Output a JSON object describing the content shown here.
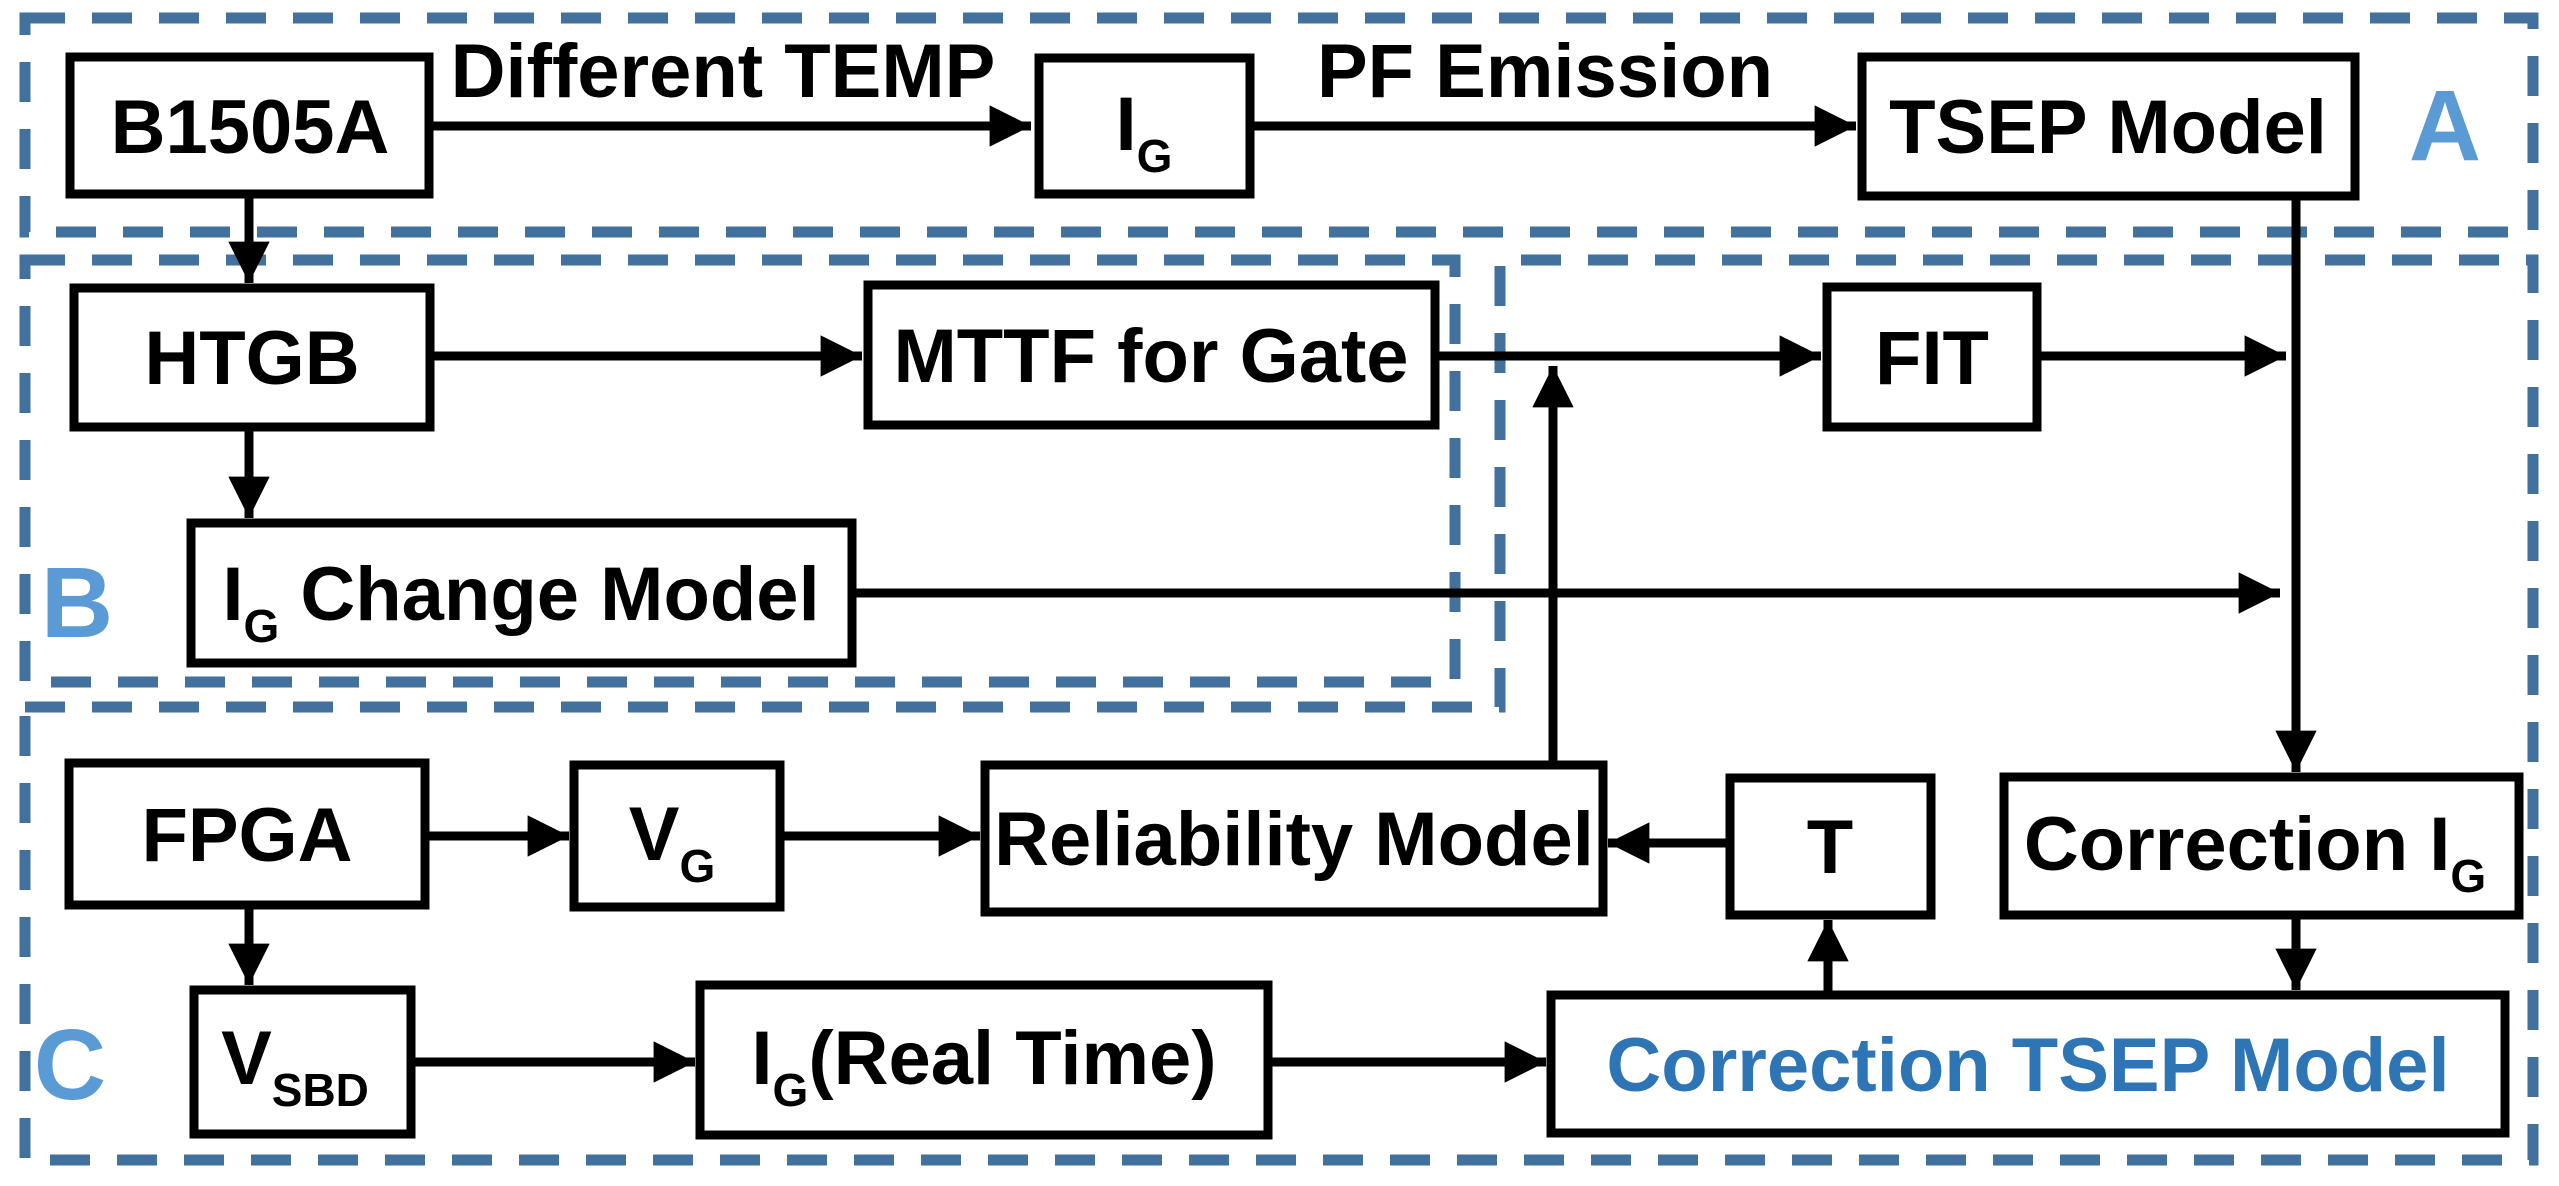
{
  "figure": {
    "type": "flowchart",
    "description": "TSEP model workflow diagram with three dashed regions A, B and C"
  },
  "colors": {
    "dash_border": "#41719C",
    "region_letter": "#5B9BD5",
    "highlight_text": "#2E75B6",
    "line": "#000000",
    "box_fill": "#FFFFFF",
    "box_border": "#000000",
    "label_text": "#000000"
  },
  "regions": {
    "a": {
      "label": "A"
    },
    "b": {
      "label": "B"
    },
    "c": {
      "label": "C"
    }
  },
  "edge_labels": {
    "different_temp": "Different TEMP",
    "pf_emission": "PF Emission"
  },
  "nodes": {
    "b1505a": {
      "label": "B1505A"
    },
    "ig": {
      "main": "I",
      "sub": "G"
    },
    "tsep_model": {
      "label": "TSEP Model"
    },
    "htgb": {
      "label": "HTGB"
    },
    "mttf_for_gate": {
      "label": "MTTF for Gate"
    },
    "fit": {
      "label": "FIT"
    },
    "ig_change_model": {
      "pre": "I",
      "sub": "G",
      "post": " Change Model"
    },
    "fpga": {
      "label": "FPGA"
    },
    "vg": {
      "main": "V",
      "sub": "G"
    },
    "reliability_model": {
      "label": "Reliability Model"
    },
    "t": {
      "label": "T"
    },
    "correction_ig": {
      "pre": "Correction I",
      "sub": "G"
    },
    "vsbd": {
      "main": "V",
      "sub": "SBD"
    },
    "ig_real_time": {
      "pre": "I",
      "sub": "G",
      "post": "(Real Time)"
    },
    "correction_tsep_model": {
      "label": "Correction TSEP Model"
    }
  }
}
